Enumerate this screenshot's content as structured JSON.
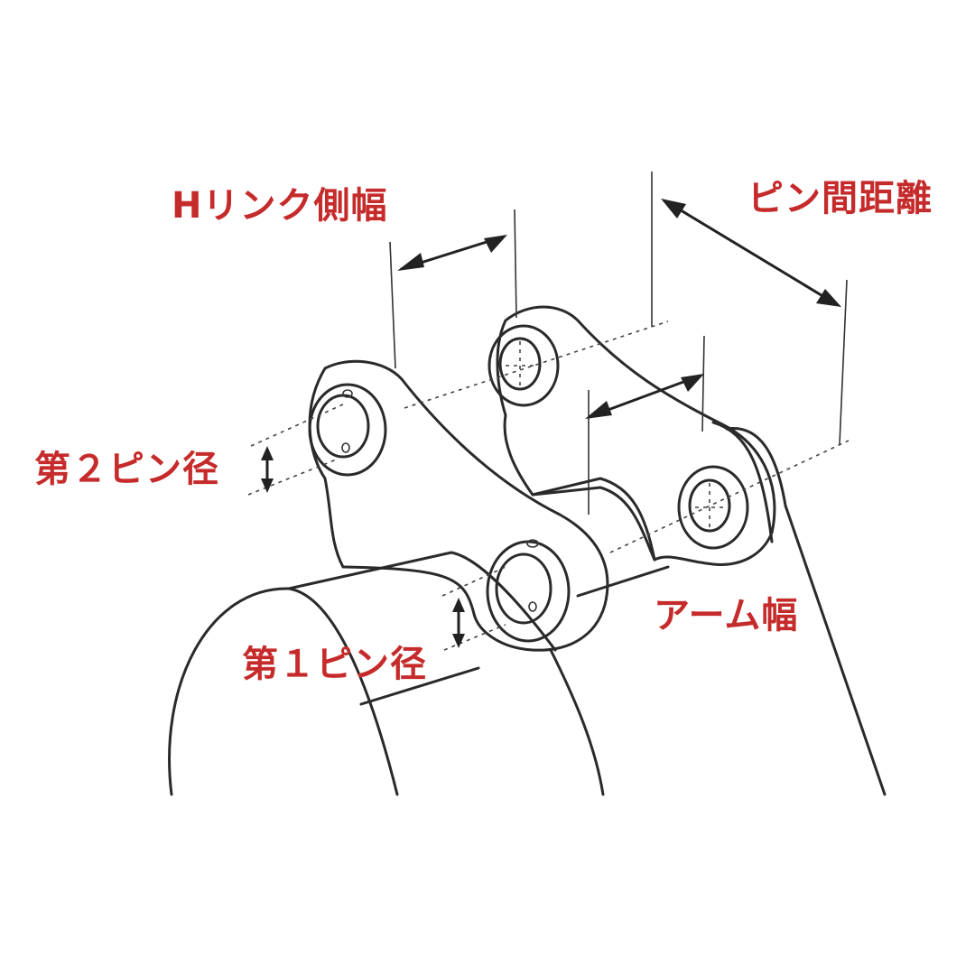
{
  "labels": {
    "h_link_width": "Hリンク側幅",
    "pin_distance": "ピン間距離",
    "second_pin_dia": "第２ピン径",
    "arm_width": "アーム幅",
    "first_pin_dia": "第１ピン径"
  },
  "colors": {
    "label": "#c62b2b",
    "line": "#2a2a2a"
  }
}
